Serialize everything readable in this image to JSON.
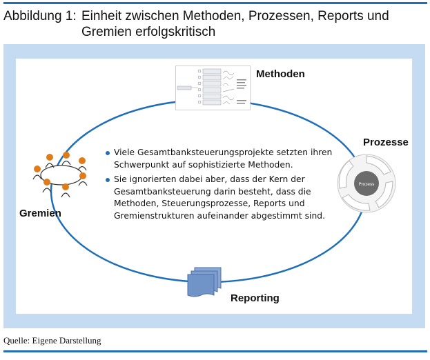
{
  "figure": {
    "caption_number": "Abbildung 1:",
    "caption_line1": "Einheit zwischen Methoden, Prozessen, Reports und",
    "caption_line2": "Gremien erfolgskritisch",
    "source": "Quelle: Eigene Darstellung"
  },
  "nodes": {
    "methoden": "Methoden",
    "prozesse": "Prozesse",
    "reporting": "Reporting",
    "gremien": "Gremien",
    "prozess_center": "Prozess"
  },
  "bullets": [
    "Viele Gesamtbanksteuerungsprojekte setzten ihren Schwerpunkt auf sophistizierte Methoden.",
    "Sie ignorierten dabei aber, dass der Kern der Gesamtbanksteuerung darin besteht, dass die Methoden, Steuerungsprozesse, Reports und Gremienstrukturen aufeinander abgestimmt sind."
  ],
  "colors": {
    "accent": "#1f6fb8",
    "panel": "#c5dbf1",
    "people": "#e07b1a"
  }
}
